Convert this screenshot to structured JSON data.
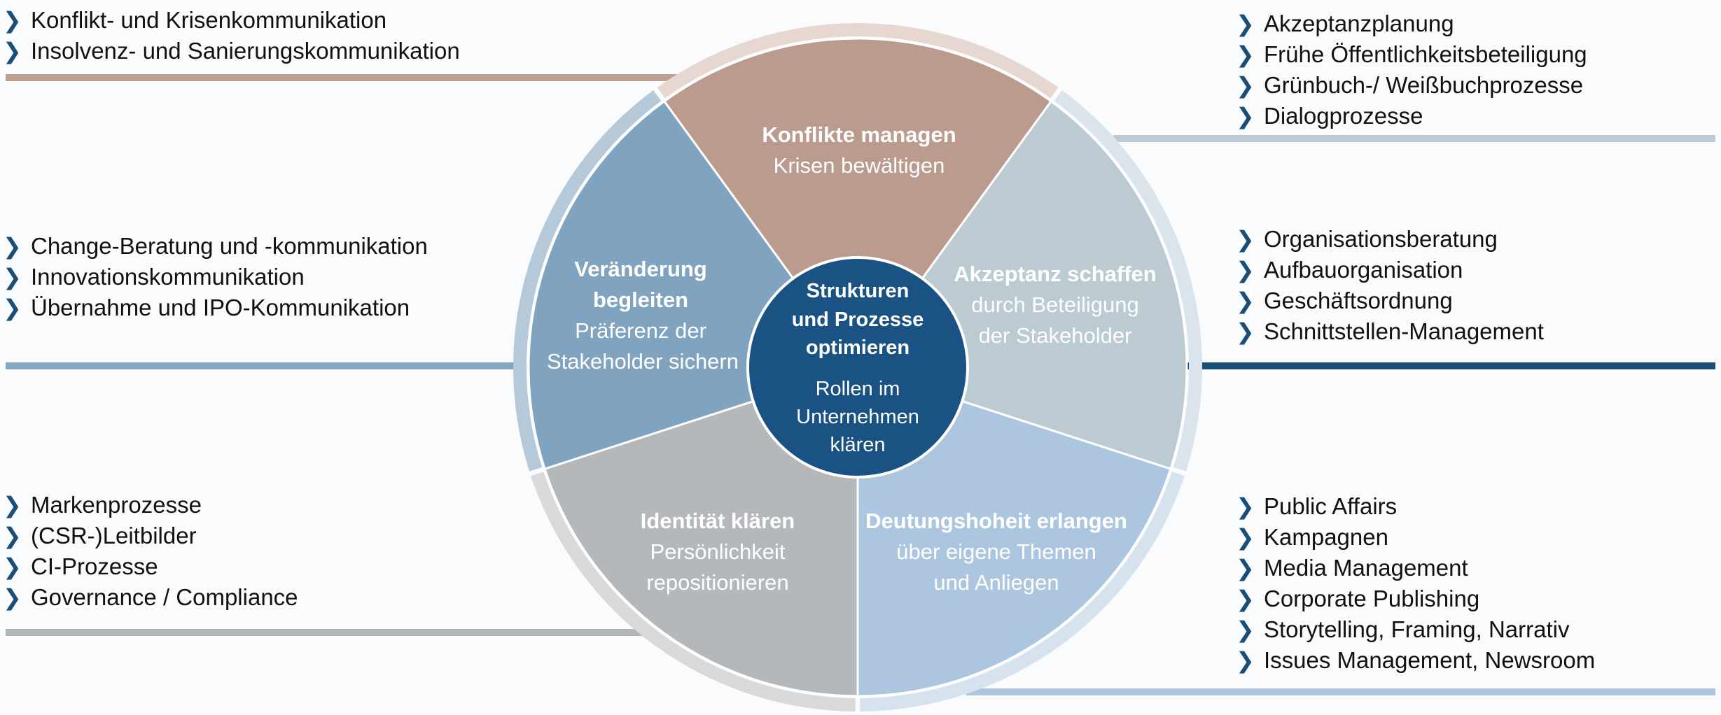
{
  "colors": {
    "konflikte": "#ba9b8d",
    "veraenderung": "#80a3c0",
    "akzeptanz": "#bccbd2",
    "identitaet": "#b4b8bb",
    "deutung": "#adc6df",
    "center": "#1a5383",
    "bullet": "#1a4e77"
  },
  "center": {
    "title_line1": "Strukturen",
    "title_line2": "und Prozesse",
    "title_line3": "optimieren",
    "sub_line1": "Rollen im",
    "sub_line2": "Unternehmen",
    "sub_line3": "klären"
  },
  "segments": {
    "konflikte": {
      "title": "Konflikte managen",
      "sub_line1": "Krisen bewältigen"
    },
    "veraenderung": {
      "title_line1": "Veränderung",
      "title_line2": "begleiten",
      "sub_line1": "Präferenz der",
      "sub_line2": "Stakeholder sichern"
    },
    "akzeptanz": {
      "title": "Akzeptanz schaffen",
      "sub_line1": "durch Beteiligung",
      "sub_line2": "der Stakeholder"
    },
    "identitaet": {
      "title": "Identität klären",
      "sub_line1": "Persönlichkeit",
      "sub_line2": "repositionieren"
    },
    "deutung": {
      "title": "Deutungshoheit erlangen",
      "sub_line1": "über eigene Themen",
      "sub_line2": "und Anliegen"
    }
  },
  "bullet_glyph": "❯",
  "lists": {
    "top_left": [
      "Konflikt- und Krisenkommunikation",
      "Insolvenz- und Sanierungskommunikation"
    ],
    "mid_left": [
      "Change-Beratung und -kommunikation",
      "Innovationskommunikation",
      "Übernahme und IPO-Kommunikation"
    ],
    "bottom_left": [
      "Markenprozesse",
      "(CSR-)Leitbilder",
      "CI-Prozesse",
      "Governance / Compliance"
    ],
    "top_right": [
      "Akzeptanzplanung",
      "Frühe Öffentlichkeitsbeteiligung",
      "Grünbuch-/ Weißbuchprozesse",
      "Dialogprozesse"
    ],
    "mid_right": [
      "Organisationsberatung",
      "Aufbauorganisation",
      "Geschäftsordnung",
      "Schnittstellen-Management"
    ],
    "bottom_right": [
      "Public Affairs",
      "Kampagnen",
      "Media Management",
      "Corporate Publishing",
      "Storytelling, Framing, Narrativ",
      "Issues Management, Newsroom"
    ]
  }
}
